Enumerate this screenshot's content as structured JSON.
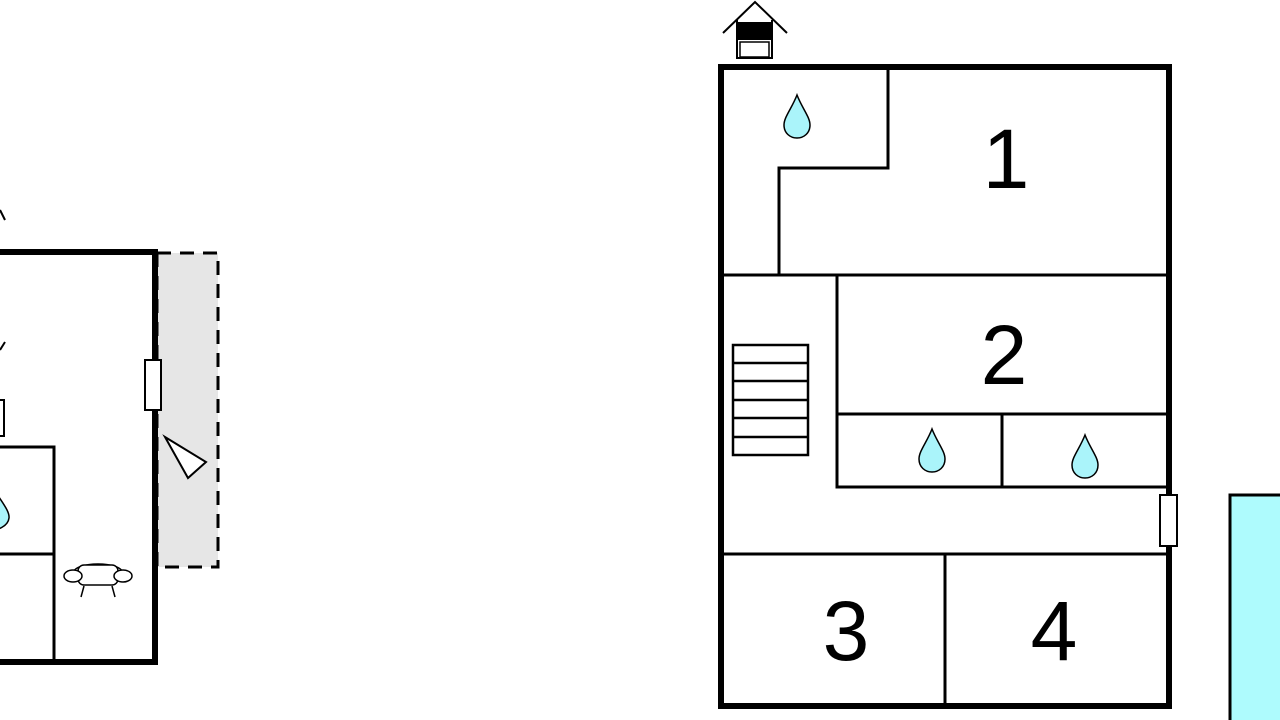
{
  "floorplan": {
    "rooms": [
      {
        "label": "1"
      },
      {
        "label": "2"
      },
      {
        "label": "3"
      },
      {
        "label": "4"
      }
    ],
    "icons": [
      "house-entrance-icon",
      "water-drop-icon",
      "stairs-icon",
      "door-icon",
      "armchair-icon",
      "pool-icon",
      "terrace-icon"
    ],
    "colors": {
      "wall": "#000000",
      "water": "#aaf4fa",
      "terrace": "#e6e6e6",
      "pool": "#aefbfd",
      "background": "#ffffff"
    }
  }
}
